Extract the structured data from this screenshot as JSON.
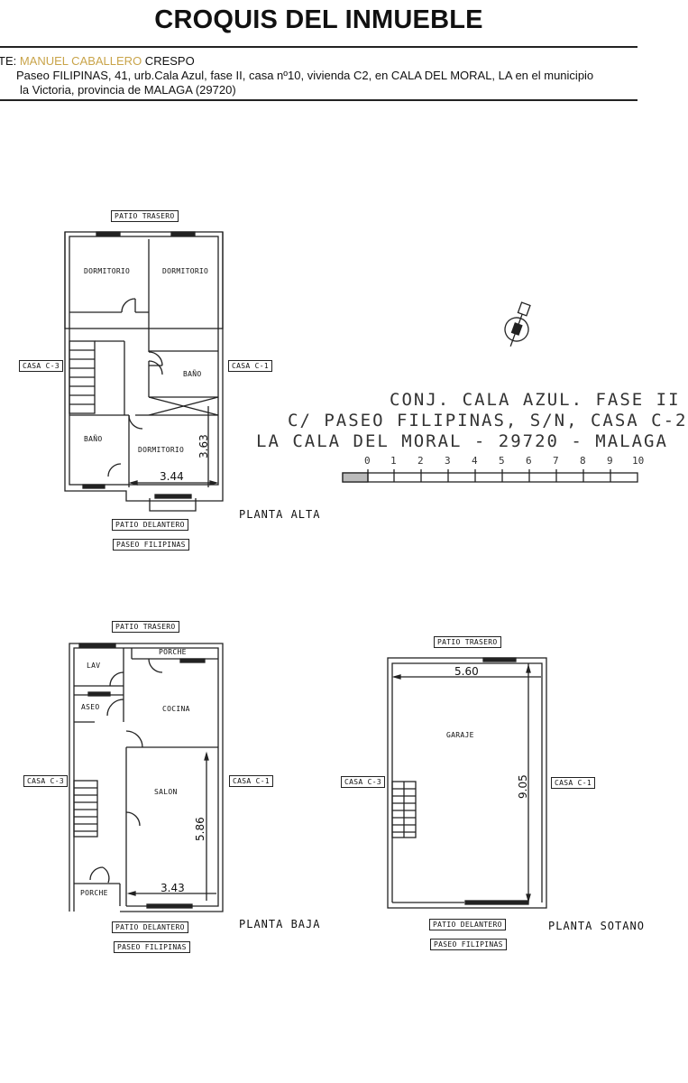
{
  "header": {
    "title": "CROQUIS DEL INMUEBLE",
    "owner_prefix": "TE: ",
    "owner_name_highlight": "MANUEL CABALLERO",
    "owner_name_rest": " CRESPO",
    "address_line1_a": "Paseo ",
    "address_line1_b": "FILIPINAS, 41, urb.Cala Azul, fase II, casa nº10, vivienda C2,  en CALA DEL MORAL, LA en el municipio",
    "address_line2": "la Victoria,  provincia de MALAGA (29720)"
  },
  "project": {
    "line1": "CONJ. CALA AZUL. FASE II",
    "line2": "C/ PASEO FILIPINAS, S/N, CASA C-2",
    "line3": "LA CALA DEL MORAL - 29720 - MALAGA",
    "scale_ticks": [
      "0",
      "1",
      "2",
      "3",
      "4",
      "5",
      "6",
      "7",
      "8",
      "9",
      "10"
    ],
    "north_arrow": "north-arrow-icon"
  },
  "planta_alta": {
    "name": "PLANTA ALTA",
    "top_label": "PATIO TRASERO",
    "left_label": "CASA C-3",
    "right_label": "CASA C-1",
    "bottom_label1": "PATIO DELANTERO",
    "bottom_label2": "PASEO FILIPINAS",
    "rooms": [
      "DORMITORIO",
      "DORMITORIO",
      "BAÑO",
      "BAÑO",
      "DORMITORIO"
    ],
    "dim_width": "3.44",
    "dim_height": "3.63"
  },
  "planta_baja": {
    "name": "PLANTA BAJA",
    "top_label": "PATIO TRASERO",
    "left_label": "CASA C-3",
    "right_label": "CASA C-1",
    "bottom_label1": "PATIO DELANTERO",
    "bottom_label2": "PASEO FILIPINAS",
    "rooms": [
      "LAV",
      "PORCHE",
      "ASEO",
      "COCINA",
      "SALON",
      "PORCHE"
    ],
    "dim_width": "3.43",
    "dim_height": "5.86"
  },
  "planta_sotano": {
    "name": "PLANTA SOTANO",
    "top_label": "PATIO TRASERO",
    "left_label": "CASA C-3",
    "right_label": "CASA C-1",
    "bottom_label1": "PATIO DELANTERO",
    "bottom_label2": "PASEO FILIPINAS",
    "rooms": [
      "GARAJE"
    ],
    "dim_width": "5.60",
    "dim_height": "9.05"
  }
}
